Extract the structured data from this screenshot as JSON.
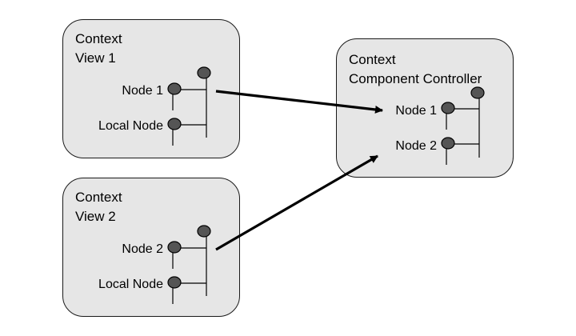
{
  "diagram": {
    "boxes": [
      {
        "id": "context-view-1",
        "title_lines": [
          "Context",
          "View 1"
        ],
        "nodes": [
          "Node 1",
          "Local Node"
        ]
      },
      {
        "id": "context-view-2",
        "title_lines": [
          "Context",
          "View 2"
        ],
        "nodes": [
          "Node 2",
          "Local Node"
        ]
      },
      {
        "id": "context-component-controller",
        "title_lines": [
          "Context",
          "Component Controller"
        ],
        "nodes": [
          "Node 1",
          "Node 2"
        ]
      }
    ],
    "connections": [
      {
        "from": "context-view-1.Node 1",
        "to": "context-component-controller.Node 1"
      },
      {
        "from": "context-view-2.Node 2",
        "to": "context-component-controller.Node 2"
      }
    ],
    "colors": {
      "box_fill": "#e6e6e6",
      "node_fill": "#555555",
      "line": "#000000"
    }
  }
}
